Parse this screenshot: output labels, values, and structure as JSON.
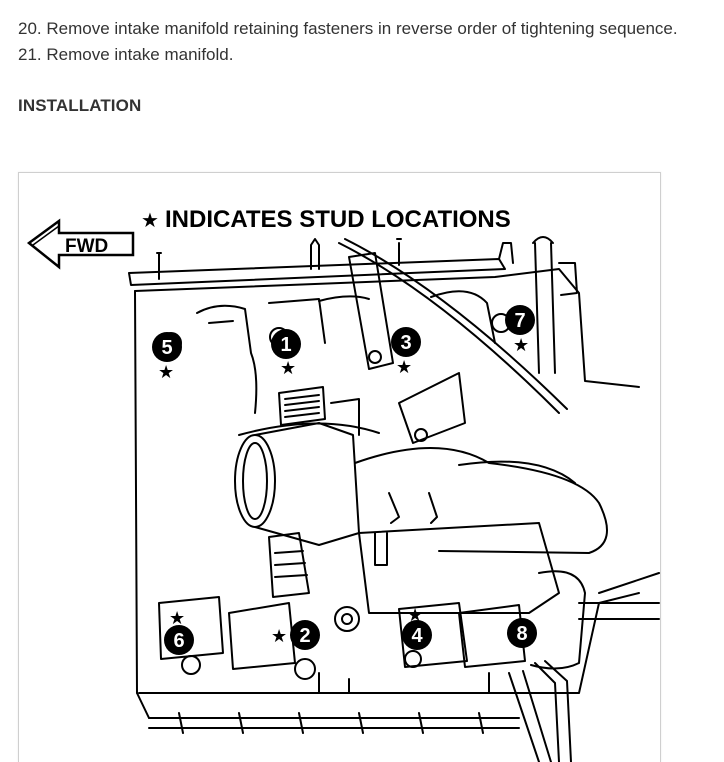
{
  "steps": [
    "20. Remove intake manifold retaining fasteners in reverse order of tightening sequence.",
    "21. Remove intake manifold."
  ],
  "section_heading": "INSTALLATION",
  "figure": {
    "title": "INDICATES STUD LOCATIONS",
    "star_symbol": "★",
    "forward_label": "FWD",
    "markers": [
      "1",
      "2",
      "3",
      "4",
      "5",
      "6",
      "7",
      "8"
    ],
    "colors": {
      "ink": "#000000",
      "paper": "#ffffff"
    }
  }
}
